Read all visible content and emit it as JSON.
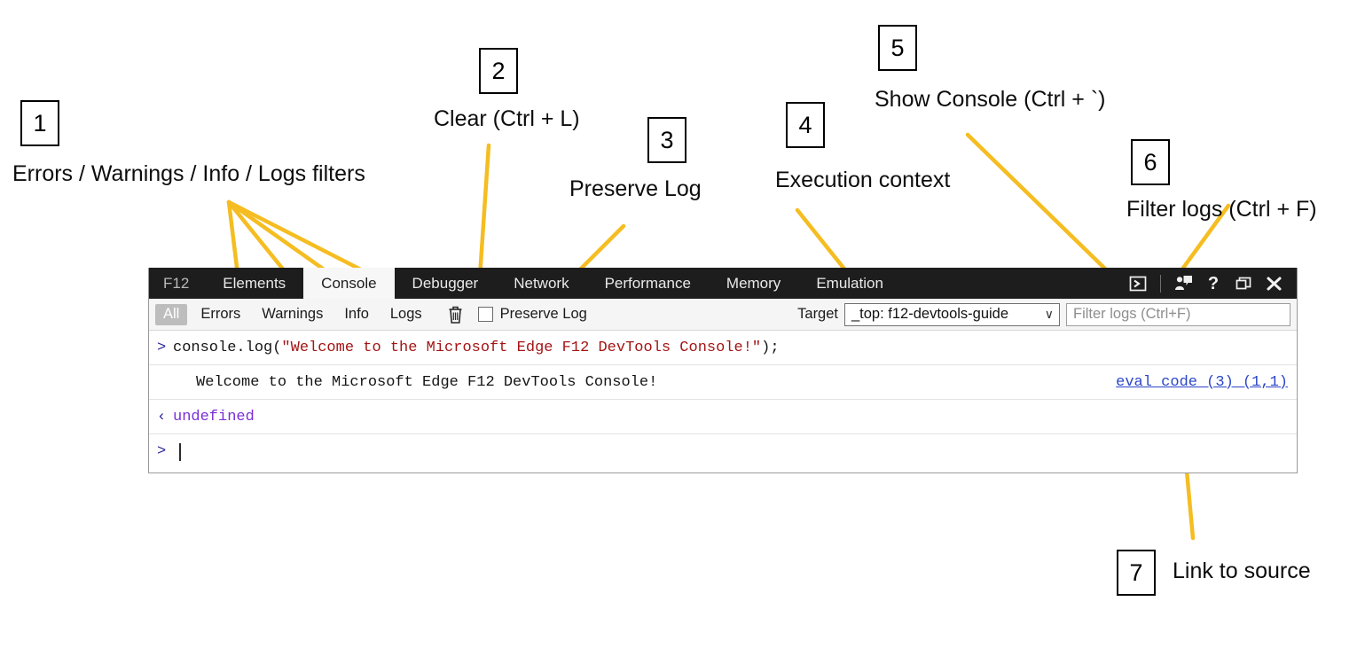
{
  "annotations": [
    {
      "num": "1",
      "text": "Errors / Warnings / Info / Logs filters"
    },
    {
      "num": "2",
      "text": "Clear (Ctrl + L)"
    },
    {
      "num": "3",
      "text": "Preserve Log"
    },
    {
      "num": "4",
      "text": "Execution context"
    },
    {
      "num": "5",
      "text": "Show Console (Ctrl + `)"
    },
    {
      "num": "6",
      "text": "Filter logs (Ctrl + F)"
    },
    {
      "num": "7",
      "text": "Link to source"
    }
  ],
  "callout_color": "#F5BD21",
  "devtools": {
    "brand": "F12",
    "tabs": [
      {
        "label": "Elements",
        "active": false
      },
      {
        "label": "Console",
        "active": true
      },
      {
        "label": "Debugger",
        "active": false
      },
      {
        "label": "Network",
        "active": false
      },
      {
        "label": "Performance",
        "active": false
      },
      {
        "label": "Memory",
        "active": false
      },
      {
        "label": "Emulation",
        "active": false
      }
    ],
    "window_icons": [
      {
        "name": "show-console-icon",
        "glyph": "〉"
      },
      {
        "name": "feedback-icon",
        "glyph": "👤"
      },
      {
        "name": "help-icon",
        "glyph": "?"
      },
      {
        "name": "undock-icon",
        "glyph": "❐"
      },
      {
        "name": "close-icon",
        "glyph": "✕"
      }
    ],
    "console_toolbar": {
      "filters": [
        {
          "label": "All",
          "selected": true
        },
        {
          "label": "Errors",
          "selected": false
        },
        {
          "label": "Warnings",
          "selected": false
        },
        {
          "label": "Info",
          "selected": false
        },
        {
          "label": "Logs",
          "selected": false
        }
      ],
      "clear_icon": "trash-icon",
      "preserve_log_label": "Preserve Log",
      "preserve_log_checked": false,
      "target_label": "Target",
      "target_value": "_top: f12-devtools-guide",
      "filter_placeholder": "Filter logs (Ctrl+F)",
      "filter_value": ""
    },
    "console_rows": [
      {
        "type": "input",
        "gutter": ">",
        "code_plain_1": "console.log(",
        "code_string": "\"Welcome to the Microsoft Edge F12 DevTools Console!\"",
        "code_plain_2": ");",
        "source_link": ""
      },
      {
        "type": "message",
        "gutter": "",
        "message": "Welcome to the Microsoft Edge F12 DevTools Console!",
        "source_link": "eval code (3) (1,1)"
      },
      {
        "type": "output",
        "gutter": "‹",
        "value": "undefined",
        "source_link": ""
      }
    ],
    "prompt": {
      "gutter": ">",
      "value": ""
    }
  }
}
